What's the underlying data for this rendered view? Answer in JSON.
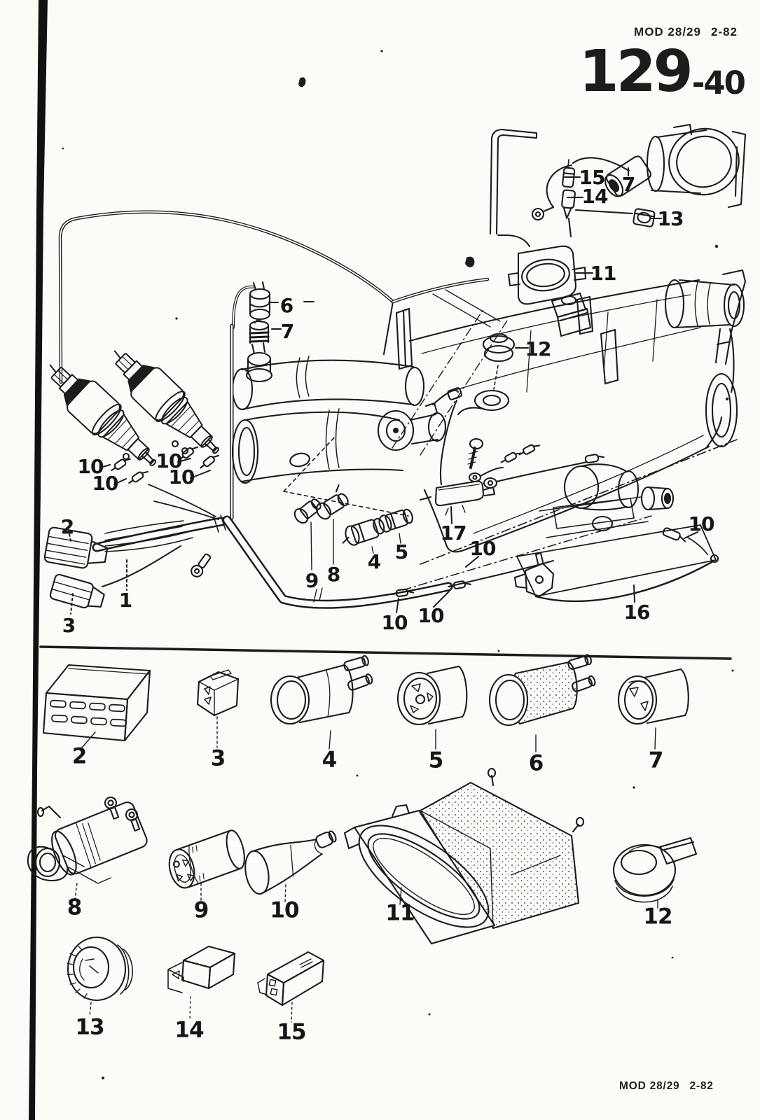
{
  "page": {
    "header": {
      "catalog_code": "MOD 28/29",
      "issue_code": "2-82",
      "group_number": "129",
      "group_suffix": "-40"
    },
    "footer": {
      "catalog_code": "MOD 28/29",
      "issue_code": "2-82"
    }
  },
  "diagram": {
    "callouts": {
      "1": "1",
      "2": "2",
      "3": "3",
      "4": "4",
      "5": "5",
      "6": "6",
      "7": "7",
      "8": "8",
      "9": "9",
      "10": "10",
      "11": "11",
      "12": "12",
      "13": "13",
      "14": "14",
      "15": "15",
      "16": "16",
      "17": "17"
    }
  },
  "detail_rows": [
    [
      "2",
      "3",
      "4",
      "5",
      "6",
      "7"
    ],
    [
      "8",
      "9",
      "10",
      "11",
      "12"
    ],
    [
      "13",
      "14",
      "15"
    ]
  ],
  "colors": {
    "ink": "#1c1c1c",
    "paper": "#fbfbf8"
  }
}
